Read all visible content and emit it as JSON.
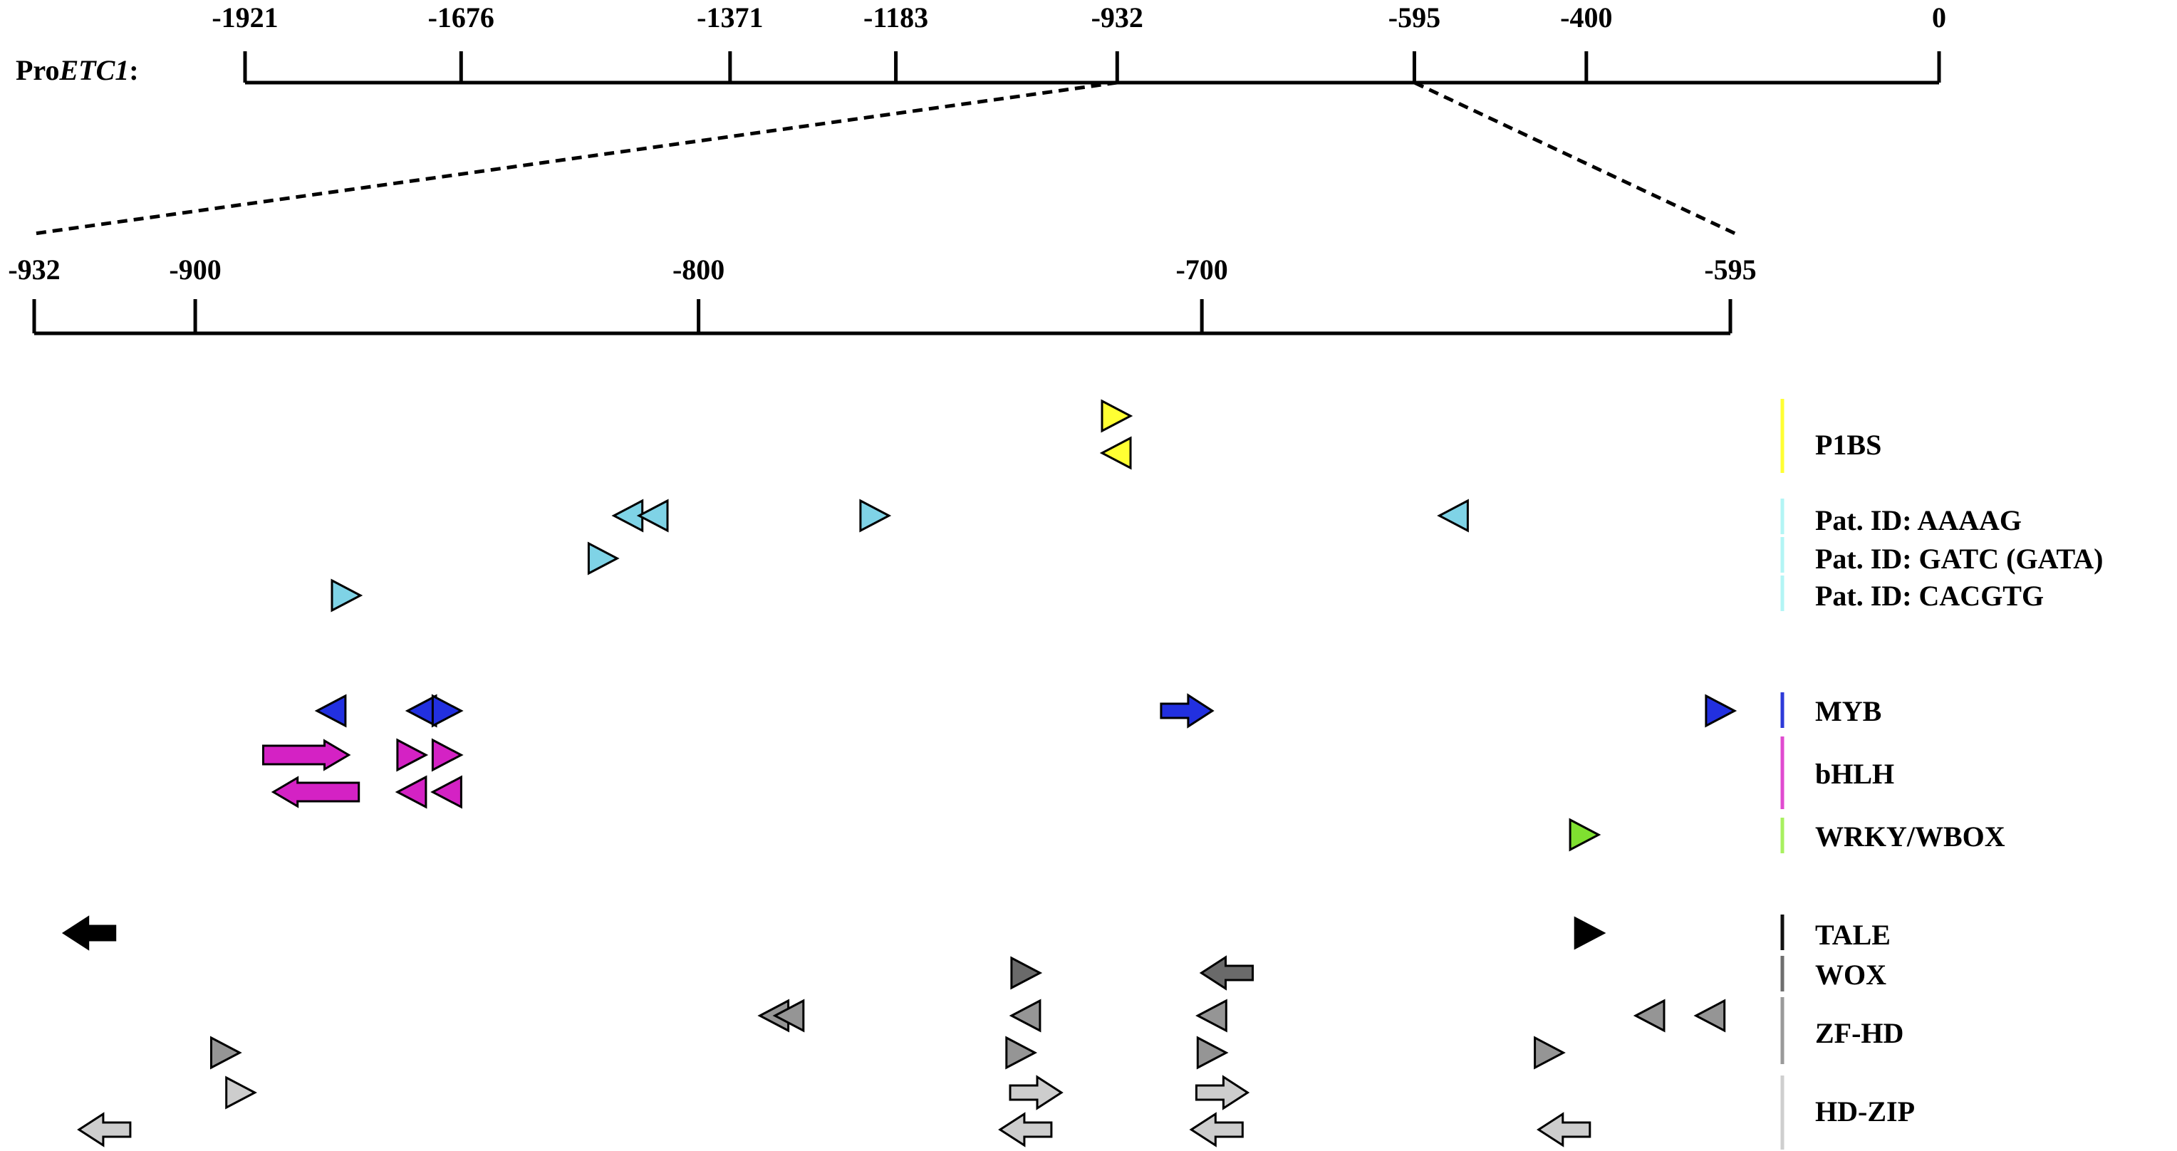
{
  "promoter": {
    "label_prefix": "Pro",
    "label_gene": "ETC1",
    "label_suffix": ":",
    "top_axis": {
      "range": [
        -1921,
        0
      ],
      "ticks": [
        -1921,
        -1676,
        -1371,
        -1183,
        -932,
        -595,
        -400,
        0
      ]
    },
    "zoom_axis": {
      "range": [
        -932,
        -595
      ],
      "ticks": [
        -932,
        -900,
        -800,
        -700,
        -595
      ]
    }
  },
  "legend": [
    {
      "id": "p1bs",
      "label": "P1BS",
      "color": "#FFFF33"
    },
    {
      "id": "pat-aaaag",
      "label": "Pat. ID: AAAAG",
      "color": "#B3F5F5"
    },
    {
      "id": "pat-gatc",
      "label": "Pat. ID: GATC (GATA)",
      "color": "#B3F5F5"
    },
    {
      "id": "pat-cacgtg",
      "label": "Pat. ID: CACGTG",
      "color": "#B3F5F5"
    },
    {
      "id": "myb",
      "label": "MYB",
      "color": "#2D3AD9"
    },
    {
      "id": "bhlh",
      "label": "bHLH",
      "color": "#E04BD0"
    },
    {
      "id": "wrky",
      "label": "WRKY/WBOX",
      "color": "#A8F060"
    },
    {
      "id": "tale",
      "label": "TALE",
      "color": "#111111"
    },
    {
      "id": "wox",
      "label": "WOX",
      "color": "#6E6E6E"
    },
    {
      "id": "zfhd",
      "label": "ZF-HD",
      "color": "#9A9A9A"
    },
    {
      "id": "hdzip",
      "label": "HD-ZIP",
      "color": "#CFCFCF"
    }
  ],
  "colors": {
    "p1bs": "#FFFF33",
    "pat": "#7FD3E6",
    "myb": "#2230E0",
    "bhlh": "#D422C4",
    "wrky": "#7FE030",
    "tale": "#000000",
    "wox": "#6A6A6A",
    "zfhd": "#959595",
    "hdzip": "#CDCDCD"
  },
  "elements": [
    {
      "family": "p1bs",
      "pos": -717,
      "row": 1,
      "dir": "+",
      "shape": "tri"
    },
    {
      "family": "p1bs",
      "pos": -717,
      "row": 2,
      "dir": "-",
      "shape": "tri"
    },
    {
      "family": "pat",
      "pos": -814,
      "row": 3,
      "dir": "-",
      "shape": "tri"
    },
    {
      "family": "pat",
      "pos": -809,
      "row": 3,
      "dir": "-",
      "shape": "tri"
    },
    {
      "family": "pat",
      "pos": -765,
      "row": 3,
      "dir": "+",
      "shape": "tri"
    },
    {
      "family": "pat",
      "pos": -650,
      "row": 3,
      "dir": "-",
      "shape": "tri"
    },
    {
      "family": "pat",
      "pos": -819,
      "row": 4,
      "dir": "+",
      "shape": "tri"
    },
    {
      "family": "pat",
      "pos": -870,
      "row": 5,
      "dir": "+",
      "shape": "tri"
    },
    {
      "family": "myb",
      "pos": -873,
      "row": 6,
      "dir": "-",
      "shape": "tri"
    },
    {
      "family": "myb",
      "pos": -855,
      "row": 6,
      "dir": "-",
      "shape": "tri"
    },
    {
      "family": "myb",
      "pos": -850,
      "row": 6,
      "dir": "+",
      "shape": "tri"
    },
    {
      "family": "myb",
      "pos": -703,
      "row": 6,
      "dir": "+",
      "shape": "arrow"
    },
    {
      "family": "myb",
      "pos": -597,
      "row": 6,
      "dir": "+",
      "shape": "tri"
    },
    {
      "family": "bhlh",
      "pos": -878,
      "row": 7,
      "dir": "+",
      "shape": "longarrow"
    },
    {
      "family": "bhlh",
      "pos": -857,
      "row": 7,
      "dir": "+",
      "shape": "tri"
    },
    {
      "family": "bhlh",
      "pos": -850,
      "row": 7,
      "dir": "+",
      "shape": "tri"
    },
    {
      "family": "bhlh",
      "pos": -876,
      "row": 8,
      "dir": "-",
      "shape": "longarrow"
    },
    {
      "family": "bhlh",
      "pos": -857,
      "row": 8,
      "dir": "-",
      "shape": "tri"
    },
    {
      "family": "bhlh",
      "pos": -850,
      "row": 8,
      "dir": "-",
      "shape": "tri"
    },
    {
      "family": "wrky",
      "pos": -624,
      "row": 9,
      "dir": "+",
      "shape": "tri"
    },
    {
      "family": "tale",
      "pos": -921,
      "row": 10,
      "dir": "-",
      "shape": "arrow"
    },
    {
      "family": "tale",
      "pos": -623,
      "row": 10,
      "dir": "+",
      "shape": "tri"
    },
    {
      "family": "wox",
      "pos": -735,
      "row": 11,
      "dir": "+",
      "shape": "tri"
    },
    {
      "family": "wox",
      "pos": -695,
      "row": 11,
      "dir": "-",
      "shape": "arrow"
    },
    {
      "family": "zfhd",
      "pos": -785,
      "row": 12,
      "dir": "-",
      "shape": "tri"
    },
    {
      "family": "zfhd",
      "pos": -782,
      "row": 12,
      "dir": "-",
      "shape": "tri"
    },
    {
      "family": "zfhd",
      "pos": -735,
      "row": 12,
      "dir": "-",
      "shape": "tri"
    },
    {
      "family": "zfhd",
      "pos": -698,
      "row": 12,
      "dir": "-",
      "shape": "tri"
    },
    {
      "family": "zfhd",
      "pos": -611,
      "row": 12,
      "dir": "-",
      "shape": "tri"
    },
    {
      "family": "zfhd",
      "pos": -599,
      "row": 12,
      "dir": "-",
      "shape": "tri"
    },
    {
      "family": "zfhd",
      "pos": -894,
      "row": 13,
      "dir": "+",
      "shape": "tri"
    },
    {
      "family": "zfhd",
      "pos": -736,
      "row": 13,
      "dir": "+",
      "shape": "tri"
    },
    {
      "family": "zfhd",
      "pos": -698,
      "row": 13,
      "dir": "+",
      "shape": "tri"
    },
    {
      "family": "zfhd",
      "pos": -631,
      "row": 13,
      "dir": "+",
      "shape": "tri"
    },
    {
      "family": "hdzip",
      "pos": -891,
      "row": 14,
      "dir": "+",
      "shape": "tri"
    },
    {
      "family": "hdzip",
      "pos": -733,
      "row": 14,
      "dir": "+",
      "shape": "arrow"
    },
    {
      "family": "hdzip",
      "pos": -696,
      "row": 14,
      "dir": "+",
      "shape": "arrow"
    },
    {
      "family": "hdzip",
      "pos": -918,
      "row": 15,
      "dir": "-",
      "shape": "arrow"
    },
    {
      "family": "hdzip",
      "pos": -735,
      "row": 15,
      "dir": "-",
      "shape": "arrow"
    },
    {
      "family": "hdzip",
      "pos": -697,
      "row": 15,
      "dir": "-",
      "shape": "arrow"
    },
    {
      "family": "hdzip",
      "pos": -628,
      "row": 15,
      "dir": "-",
      "shape": "arrow"
    }
  ]
}
